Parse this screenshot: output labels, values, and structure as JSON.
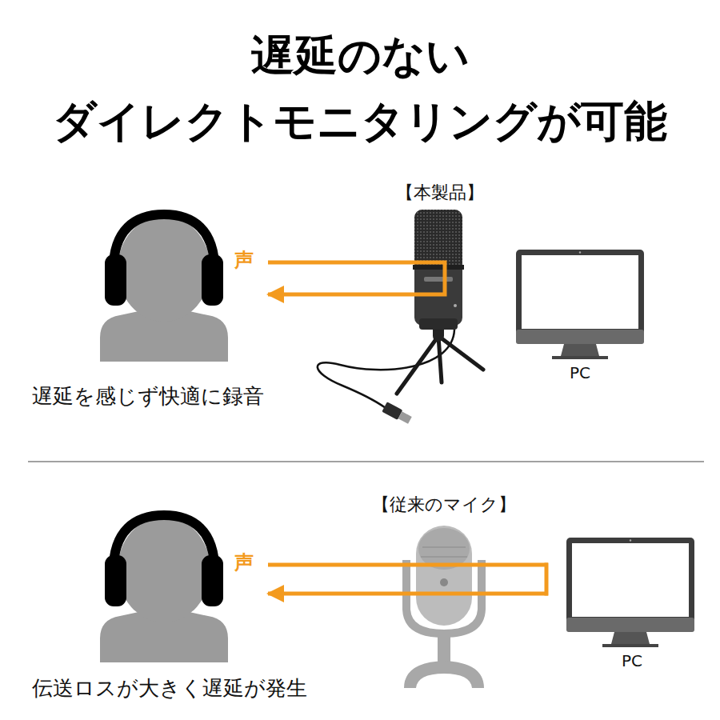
{
  "diagram": {
    "title": "遅延のない ダイレクトモニタリングが可能",
    "nodes": [
      {
        "text": [
          "遅延を感じず快適に録音"
        ]
      },
      {
        "text": [
          "【本製品】"
        ]
      },
      {
        "text": [
          "PC"
        ]
      },
      {
        "text": [
          "伝送ロスが大きく遅延が発生"
        ]
      },
      {
        "text": [
          "【従来のマイク】"
        ]
      },
      {
        "text": [
          "PC"
        ]
      }
    ],
    "edges": [
      {
        "from": 0,
        "to": 1,
        "arrow": "none",
        "label": "声"
      },
      {
        "from": 1,
        "to": 0,
        "arrow": "to"
      },
      {
        "from": 3,
        "to": 5,
        "arrow": "none",
        "label": "声"
      },
      {
        "from": 5,
        "to": 3,
        "arrow": "to"
      }
    ]
  }
}
